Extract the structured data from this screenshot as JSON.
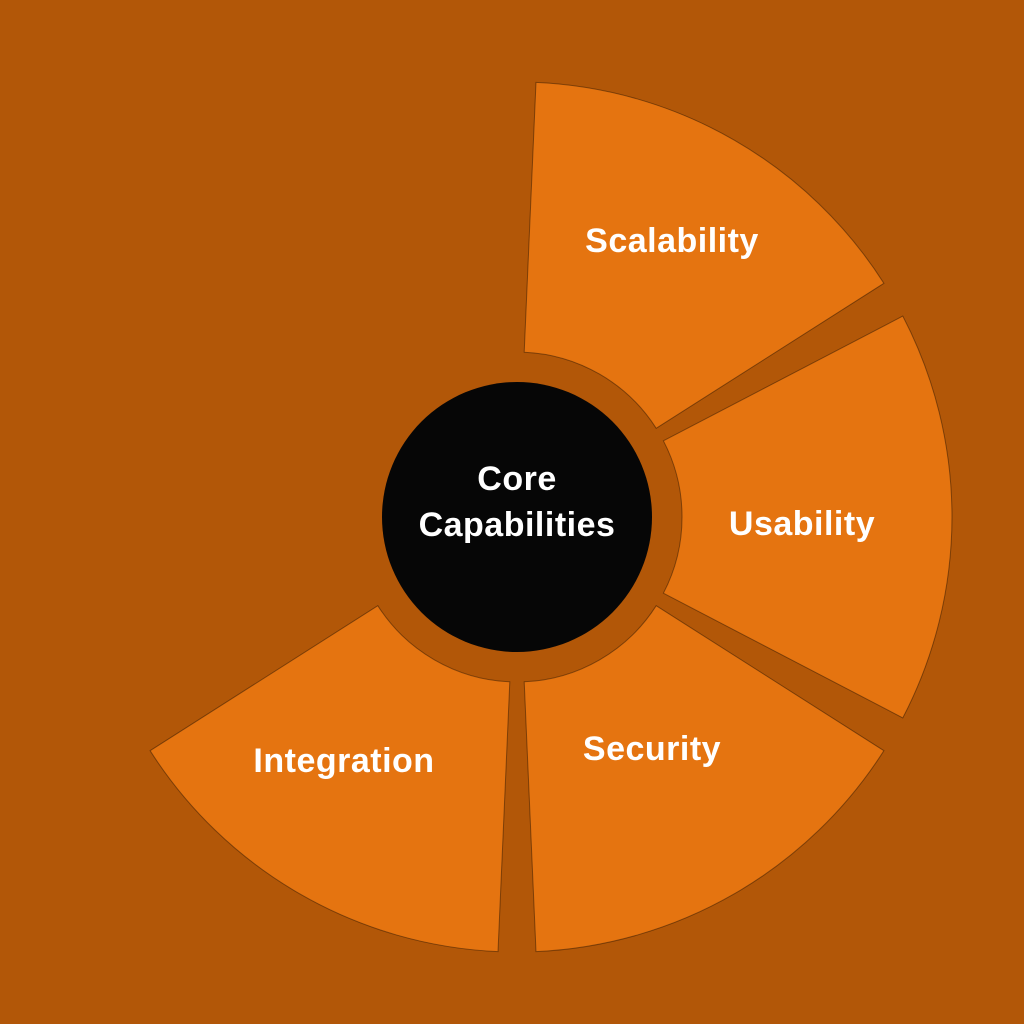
{
  "diagram": {
    "center": {
      "lines": [
        "Core",
        "Capabilities"
      ]
    },
    "segments": [
      {
        "id": "scalability",
        "label": "Scalability",
        "position": "top-right"
      },
      {
        "id": "usability",
        "label": "Usability",
        "position": "right"
      },
      {
        "id": "security",
        "label": "Security",
        "position": "bottom-center"
      },
      {
        "id": "integration",
        "label": "Integration",
        "position": "bottom-left"
      }
    ],
    "colors": {
      "background": "#b25708",
      "segment_fill": "#e57410",
      "segment_outline": "#000000",
      "center_fill": "#060606",
      "label_text": "#ffffff"
    }
  }
}
